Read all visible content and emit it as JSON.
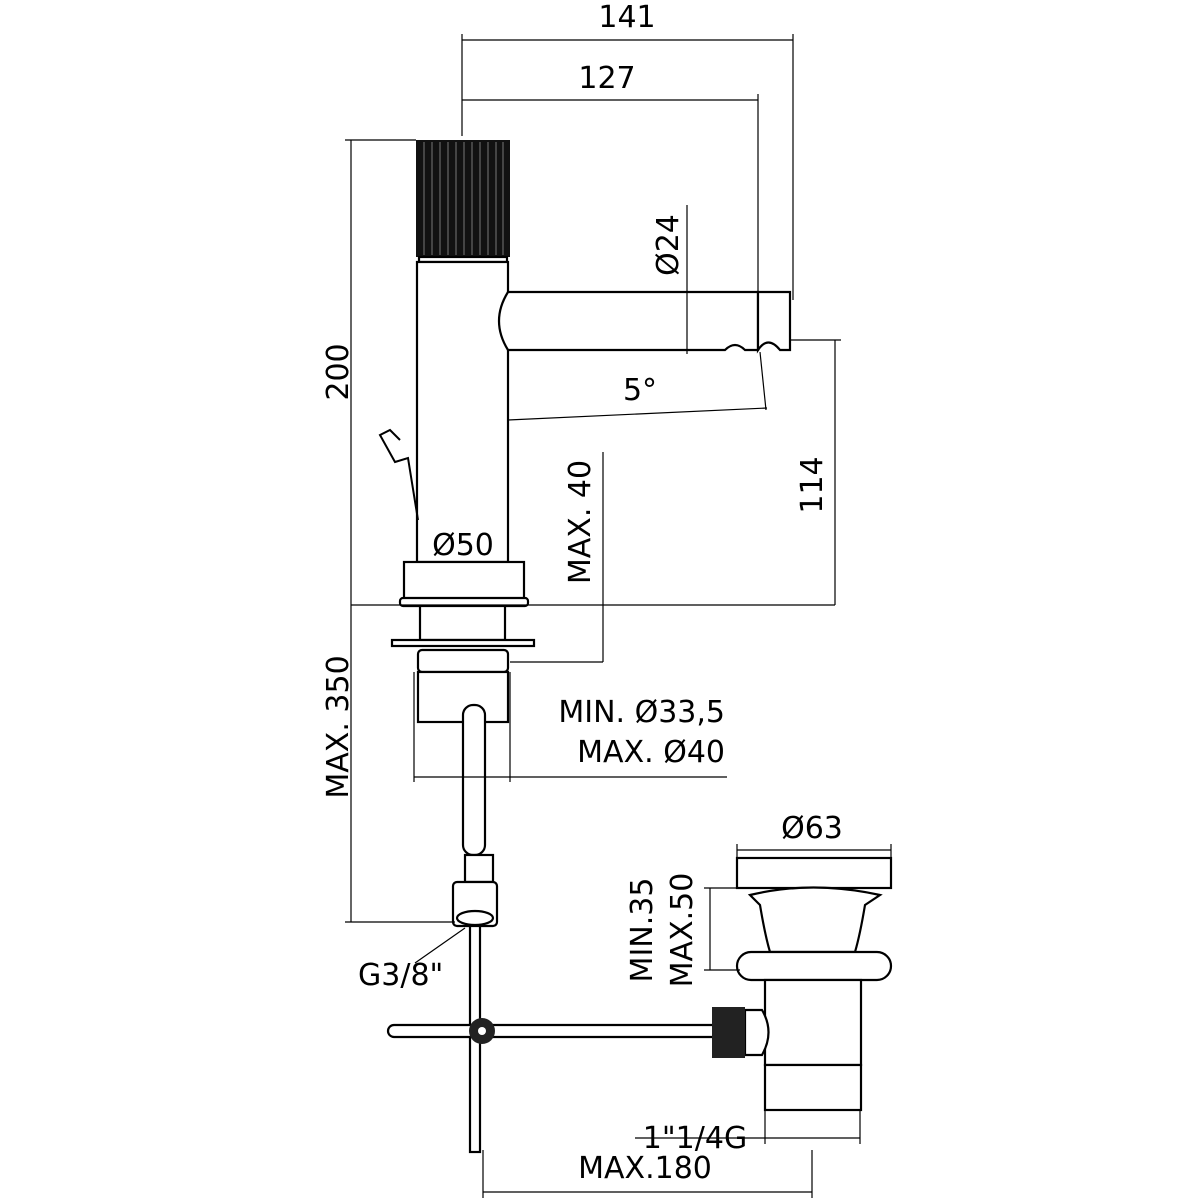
{
  "drawing": {
    "dimensions": {
      "overall_reach": "141",
      "spout_reach": "127",
      "spout_diameter": "Ø24",
      "spout_angle": "5°",
      "total_height": "200",
      "spout_height": "114",
      "max_deck_thickness": "MAX. 40",
      "base_diameter": "Ø50",
      "max_hose_length": "MAX. 350",
      "hole_min": "MIN. Ø33,5",
      "hole_max": "MAX. Ø40",
      "connection_thread": "G3/8\"",
      "waste_diameter": "Ø63",
      "waste_min": "MIN.35",
      "waste_max": "MAX.50",
      "waste_thread": "1\"1/4G",
      "rod_max": "MAX.180"
    },
    "colors": {
      "line": "#000000",
      "background": "#ffffff"
    }
  }
}
